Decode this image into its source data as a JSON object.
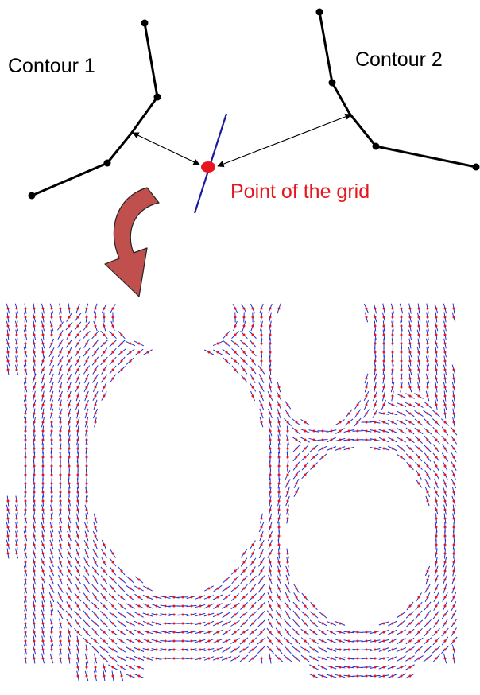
{
  "labels": {
    "contour1": "Contour 1",
    "contour2": "Contour 2",
    "grid_point": "Point of the grid"
  },
  "colors": {
    "contour": "#000000",
    "grid_point": "#e8161c",
    "tangent_line": "#1a1a9e",
    "arrow_fill": "#c0504d",
    "field_line": "#1f2fd0",
    "field_dot": "#e8161c"
  }
}
